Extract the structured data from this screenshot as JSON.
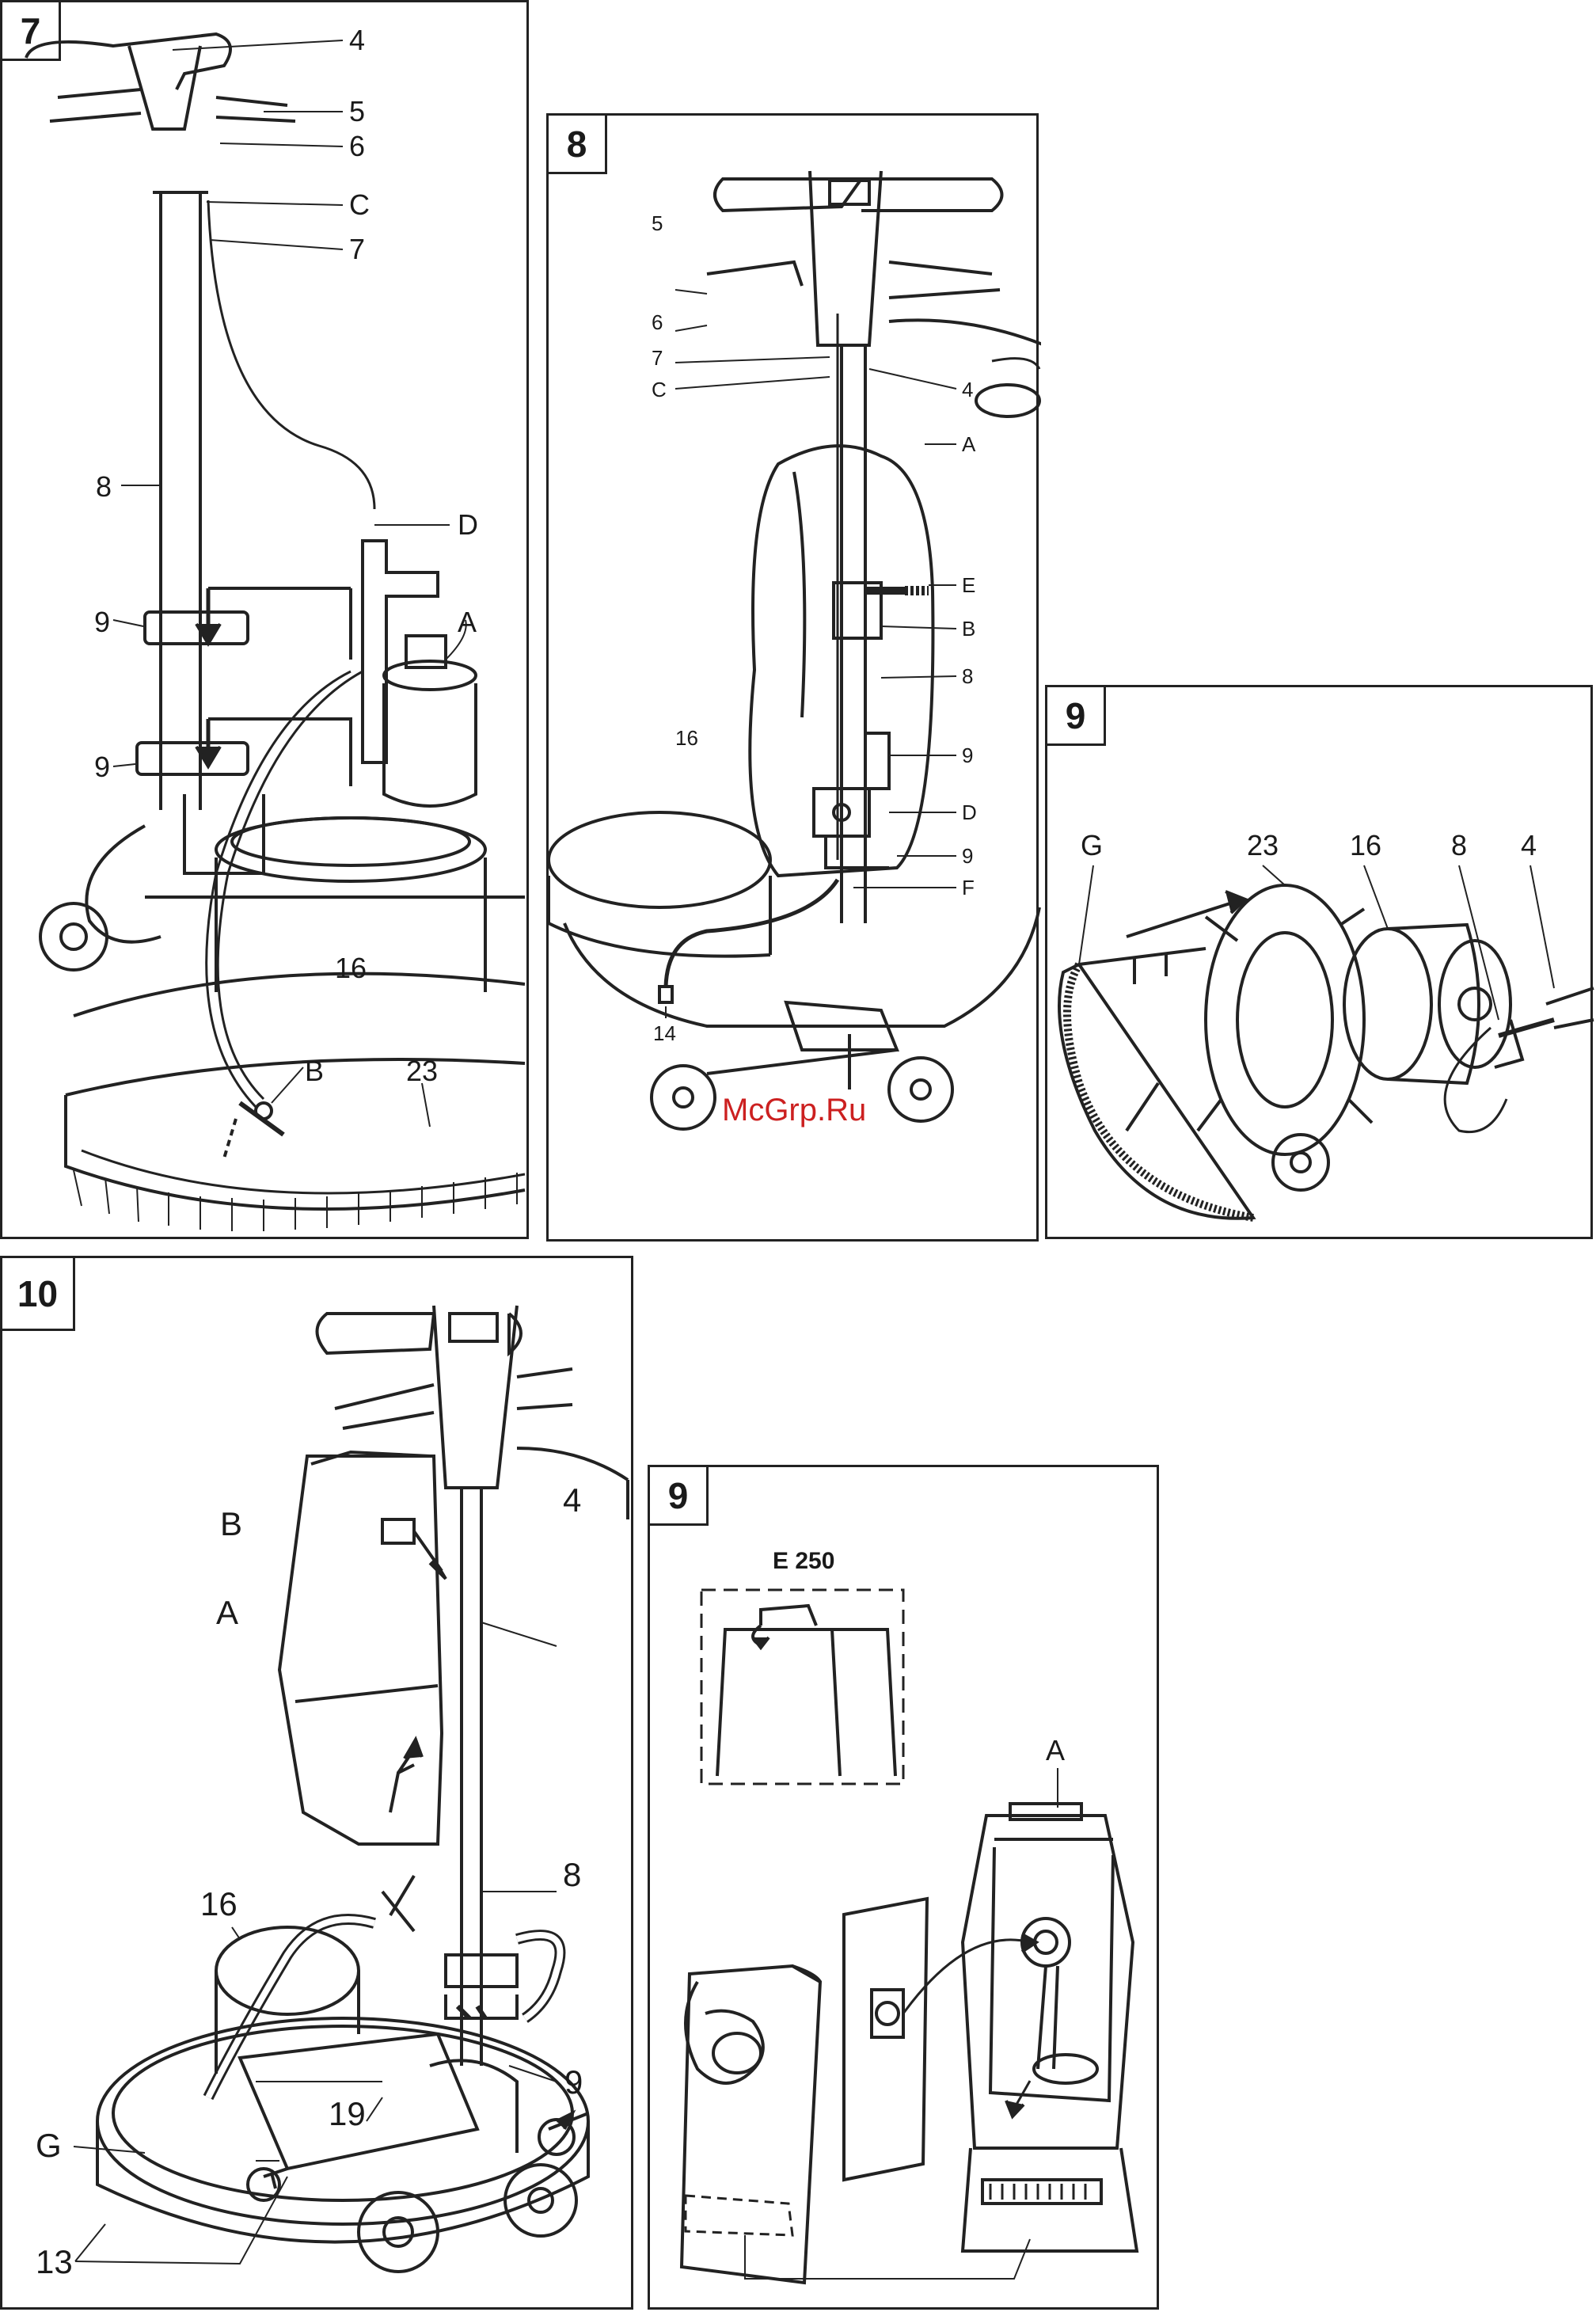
{
  "figures": {
    "fig7": {
      "number": "7",
      "labels": [
        "4",
        "5",
        "6",
        "C",
        "7",
        "8",
        "D",
        "A",
        "9",
        "9",
        "16",
        "B",
        "23"
      ]
    },
    "fig8": {
      "number": "8",
      "labels": [
        "5",
        "6",
        "7",
        "C",
        "4",
        "A",
        "E",
        "B",
        "8",
        "16",
        "9",
        "D",
        "9",
        "F",
        "14"
      ]
    },
    "fig9a": {
      "number": "9",
      "labels": [
        "G",
        "23",
        "16",
        "8",
        "4"
      ]
    },
    "fig10": {
      "number": "10",
      "labels": [
        "B",
        "4",
        "A",
        "8",
        "16",
        "G",
        "19",
        "9",
        "13"
      ]
    },
    "fig9b": {
      "number": "9",
      "model": "E 250",
      "labels": [
        "A"
      ]
    }
  },
  "watermark": "McGrp.Ru"
}
